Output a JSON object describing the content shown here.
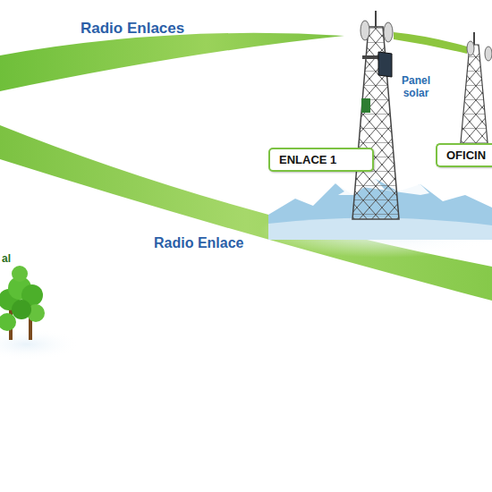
{
  "diagram": {
    "nodes": [
      {
        "text": [
          "ENLACE 1"
        ]
      },
      {
        "text": [
          "OFICIN"
        ]
      }
    ],
    "labels": [
      "Radio Enlaces",
      "Panel solar",
      "Radio Enlace",
      "al"
    ]
  }
}
